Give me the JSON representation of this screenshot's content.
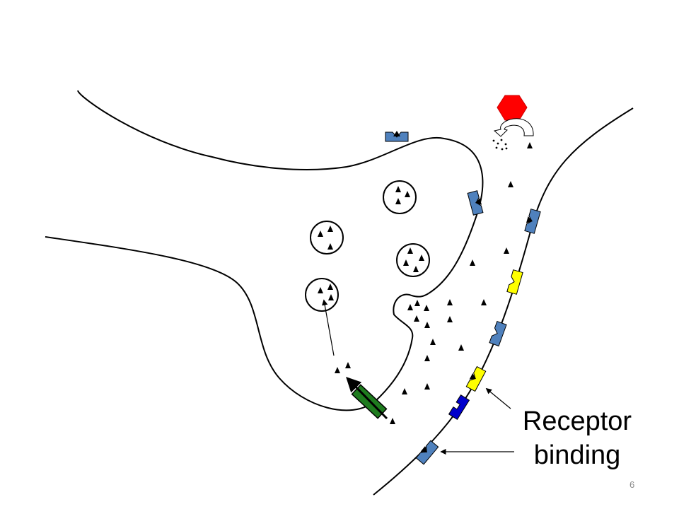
{
  "slide": {
    "caption_line1": "Receptor",
    "caption_line2": "binding",
    "page_number": "6"
  },
  "colors": {
    "membrane": "#000000",
    "receptor_blue": "#4f81bd",
    "receptor_dark_blue": "#0000cc",
    "receptor_yellow": "#ffff00",
    "transporter_green": "#1e7b1e",
    "enzyme_red": "#ff0000",
    "neurotransmitter": "#000000"
  },
  "icons": {
    "neurotransmitter": "triangle-icon",
    "enzyme": "hexagon-icon",
    "breakdown": "curved-arrow-icon",
    "reuptake": "arrow-icon"
  }
}
